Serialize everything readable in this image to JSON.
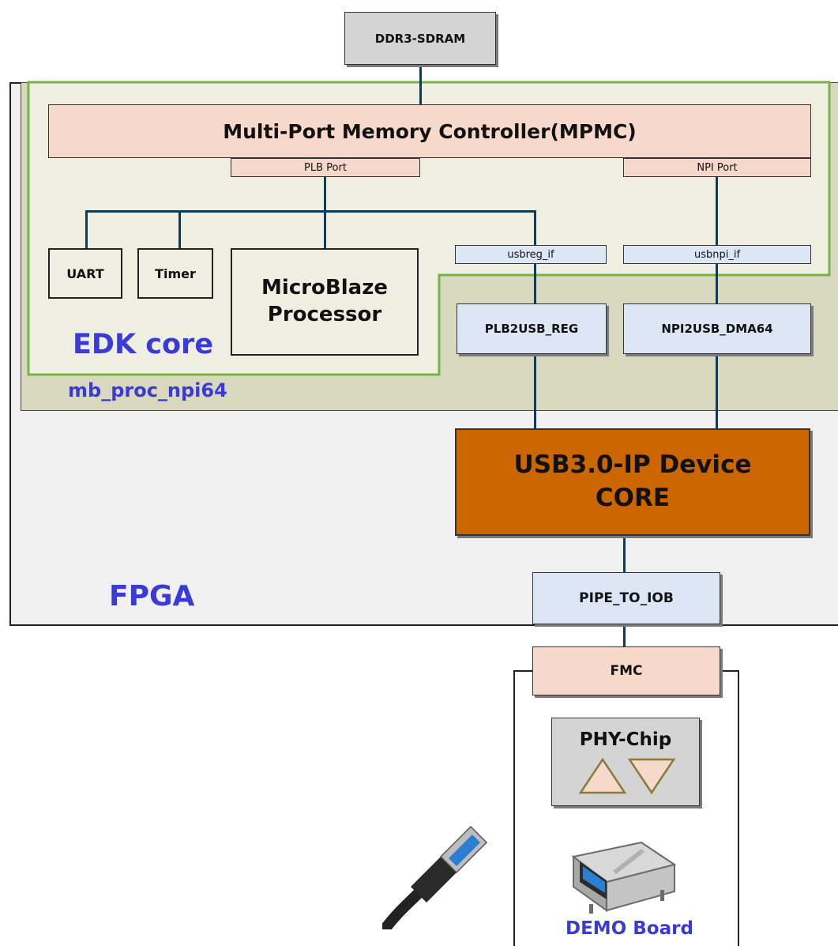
{
  "labels": {
    "ddr3": "DDR3-SDRAM",
    "mpmc": "Multi-Port Memory Controller(MPMC)",
    "plb_port": "PLB Port",
    "npi_port": "NPI Port",
    "uart": "UART",
    "timer": "Timer",
    "microblaze_line1": "MicroBlaze",
    "microblaze_line2": "Processor",
    "usbreg_if": "usbreg_if",
    "usbnpi_if": "usbnpi_if",
    "plb2usb": "PLB2USB_REG",
    "npi2usb": "NPI2USB_DMA64",
    "edk_core": "EDK core",
    "mb_proc": "mb_proc_npi64",
    "usb_core_line1": "USB3.0-IP Device",
    "usb_core_line2": "CORE",
    "fpga": "FPGA",
    "pipe_to_iob": "PIPE_TO_IOB",
    "fmc": "FMC",
    "phy_chip": "PHY-Chip",
    "demo_board": "DEMO Board"
  },
  "colors": {
    "wire": "#0e3a5c",
    "peach": "#f7d9cc",
    "light_blue": "#dce6f5",
    "gray_box": "#d4d4d4",
    "olive_fill": "#d8d8be",
    "edk_fill": "#efefe1",
    "edk_border": "#7ab24a",
    "usb_core": "#cc6600",
    "label_blue": "#3a3ad6"
  }
}
